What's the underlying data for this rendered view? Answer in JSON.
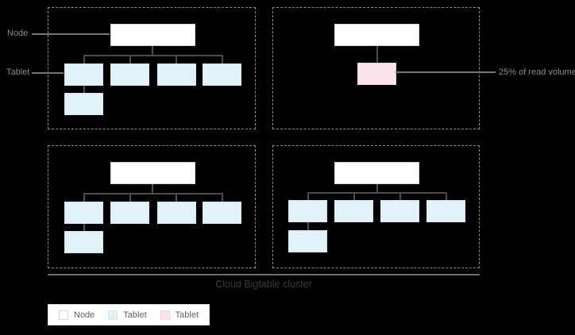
{
  "colors": {
    "background": "#000000",
    "node-fill": "#ffffff",
    "node-border": "#d6d6d6",
    "tablet-fill": "#e1f3fa",
    "tablet-border": "#d2e9f3",
    "hot-fill": "#fce4ec",
    "hot-border": "#f3d3de",
    "connector": "#4d4d4d",
    "pointer": "#757575",
    "dashed-border": "#8c8c8c",
    "label-text": "#8a8a8a",
    "caption-text": "#3c3c3c",
    "legend-text": "#616161",
    "legend-bg": "#ffffff",
    "legend-border": "#dcdcdc",
    "cluster-line": "#6e6e6e"
  },
  "labels": {
    "node_pointer": "Node",
    "tablet_pointer": "Tablet",
    "read_volume": "25% of read volume",
    "caption": "Cloud Bigtable cluster"
  },
  "legend": {
    "items": [
      {
        "label": "Node",
        "swatch": "node"
      },
      {
        "label": "Tablet",
        "swatch": "tablet"
      },
      {
        "label": "Tablet",
        "swatch": "hot-tablet"
      }
    ]
  },
  "diagram": {
    "groups": [
      {
        "name": "node-group-1",
        "node_count": 1,
        "tablet_count": 5,
        "hot_tablet_count": 0
      },
      {
        "name": "node-group-2",
        "node_count": 1,
        "tablet_count": 0,
        "hot_tablet_count": 1
      },
      {
        "name": "node-group-3",
        "node_count": 1,
        "tablet_count": 5,
        "hot_tablet_count": 0
      },
      {
        "name": "node-group-4",
        "node_count": 1,
        "tablet_count": 5,
        "hot_tablet_count": 0
      }
    ],
    "hot_tablet_note": "25% of read volume"
  }
}
